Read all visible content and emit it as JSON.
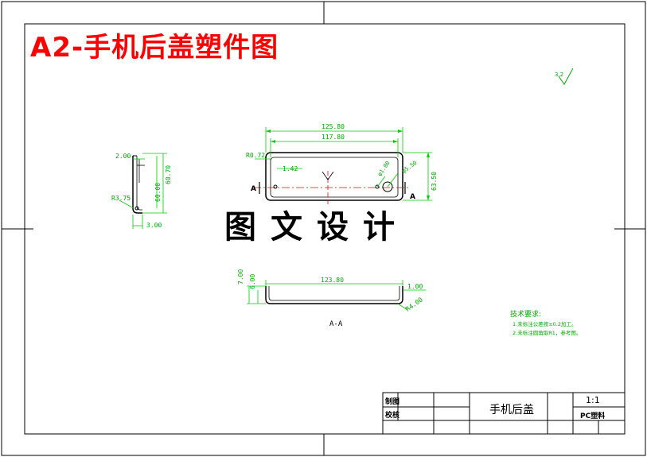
{
  "drawing_title": "A2-手机后盖塑件图",
  "watermark": "图文设计",
  "surface_roughness": "3.2",
  "section_label": "A-A",
  "section_markers": {
    "left": "A",
    "right": "A"
  },
  "dimensions": {
    "overall_width": "125.80",
    "inner_width": "117.80",
    "corner_radius": "R0.72",
    "wall_offset": "1.42",
    "hole_small": "φ1.00",
    "hole_large": "φ5.50",
    "height": "63.50",
    "side_top": "2.00",
    "side_height_1": "60.70",
    "side_height_2": "60.00",
    "side_radius": "R3.75",
    "side_bottom": "3.00",
    "bottom_width": "123.80",
    "bottom_height_1": "7.00",
    "bottom_height_2": "6.00",
    "bottom_thickness": "1.00",
    "bottom_radius": "R4.00"
  },
  "technical_requirements": {
    "heading": "技术要求:",
    "items": [
      "1.未标注公差按±0.2加工。",
      "2.未标注圆角取R1，参考图。"
    ]
  },
  "title_block": {
    "drawn_label": "制图",
    "checked_label": "校核",
    "part_name": "手机后盖",
    "scale": "1:1",
    "material": "PC塑料"
  },
  "colors": {
    "title": "#ff0000",
    "dimension": "#00cc00",
    "outline": "#000000",
    "centerline": "#ff0000",
    "annotation": "#00aa00"
  }
}
